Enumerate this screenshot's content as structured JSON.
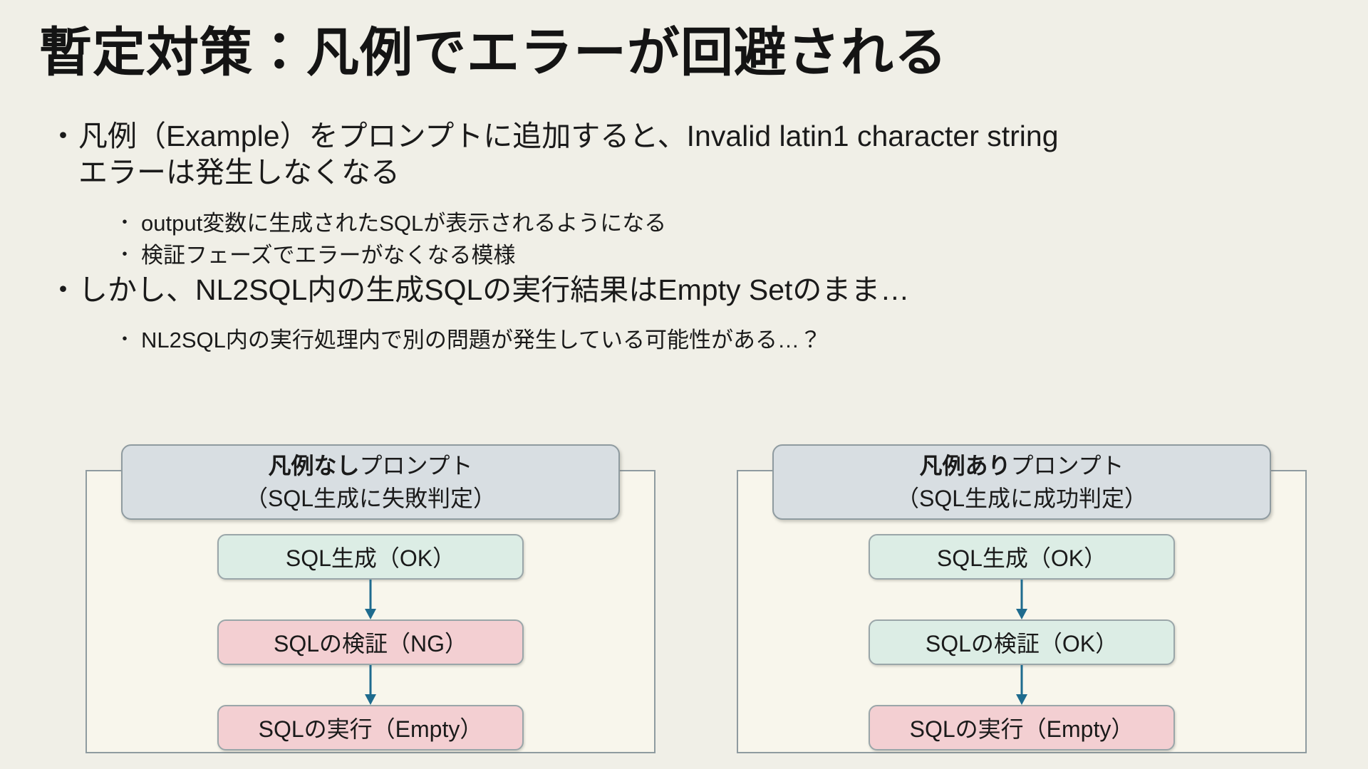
{
  "slide": {
    "title": "暫定対策：凡例でエラーが回避される",
    "bullets": [
      {
        "marker": "・",
        "lines": [
          "凡例（Example）をプロンプトに追加すると、Invalid latin1 character string",
          "エラーは発生しなくなる"
        ],
        "sub": [
          "output変数に生成されたSQLが表示されるようになる",
          "検証フェーズでエラーがなくなる模様"
        ]
      },
      {
        "marker": "・",
        "lines": [
          "しかし、NL2SQL内の生成SQLの実行結果はEmpty Setのまま…"
        ],
        "sub": [
          "NL2SQL内の実行処理内で別の問題が発生している可能性がある…？"
        ]
      }
    ],
    "sub_marker": "・",
    "diagrams": [
      {
        "header_bold": "凡例なし",
        "header_rest": "プロンプト",
        "header_sub": "（SQL生成に失敗判定）",
        "steps": [
          {
            "label": "SQL生成（OK）",
            "status": "ok"
          },
          {
            "label": "SQLの検証（NG）",
            "status": "ng"
          },
          {
            "label": "SQLの実行（Empty）",
            "status": "ng"
          }
        ]
      },
      {
        "header_bold": "凡例あり",
        "header_rest": "プロンプト",
        "header_sub": "（SQL生成に成功判定）",
        "steps": [
          {
            "label": "SQL生成（OK）",
            "status": "ok"
          },
          {
            "label": "SQLの検証（OK）",
            "status": "ok"
          },
          {
            "label": "SQLの実行（Empty）",
            "status": "ng"
          }
        ]
      }
    ],
    "colors": {
      "background": "#f0efe7",
      "panel_bg": "#f8f6ec",
      "panel_border": "#8f9ba0",
      "header_bg": "#d8dee2",
      "ok_bg": "#dcede5",
      "ng_bg": "#f3cfd2",
      "arrow": "#1e6b8e",
      "text": "#1a1a1a"
    }
  }
}
